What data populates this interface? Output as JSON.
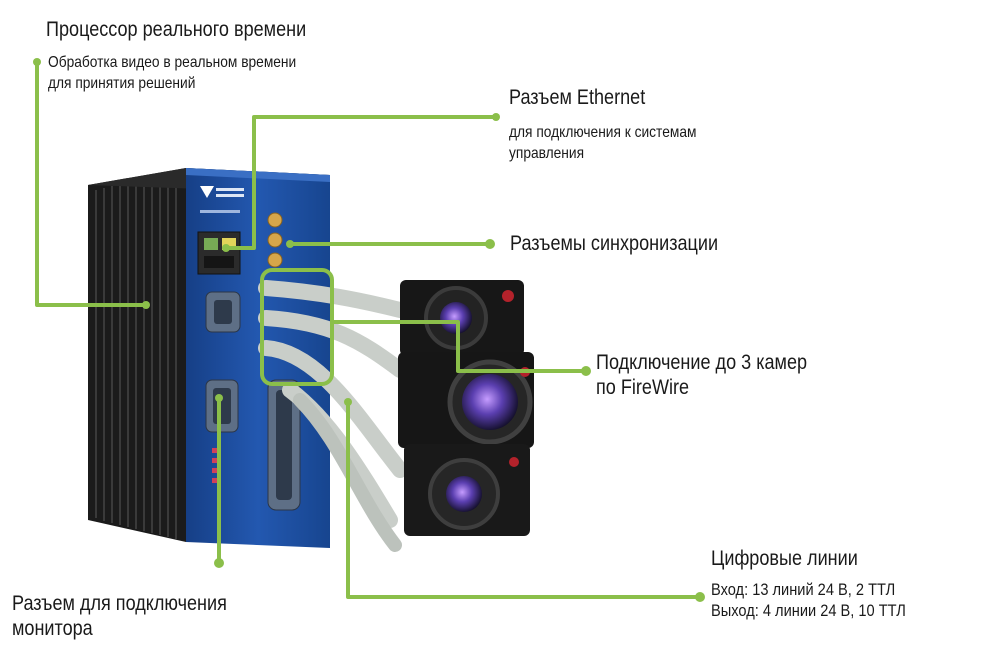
{
  "colors": {
    "callout_line": "#8bbf4a",
    "device_body": "#1f4fa0",
    "heatsink": "#1b1b1b",
    "text": "#1a1a1a"
  },
  "callouts": {
    "processor": {
      "title": "Процессор реального времени",
      "desc_lines": [
        "Обработка видео в реальном времени",
        "для принятия решений"
      ]
    },
    "ethernet": {
      "title": "Разъем Ethernet",
      "desc_lines": [
        "для подключения к системам",
        "управления"
      ]
    },
    "sync": {
      "title": "Разъемы синхронизации"
    },
    "firewire": {
      "title_lines": [
        "Подключение до 3 камер",
        "по FireWire"
      ]
    },
    "digital": {
      "title": "Цифровые линии",
      "desc_lines": [
        "Вход: 13 линий 24 В, 2 ТТЛ",
        "Выход: 4 линии 24 В, 10 ТТЛ"
      ]
    },
    "monitor": {
      "title_lines": [
        "Разъем для подключения",
        "монитора"
      ]
    }
  }
}
